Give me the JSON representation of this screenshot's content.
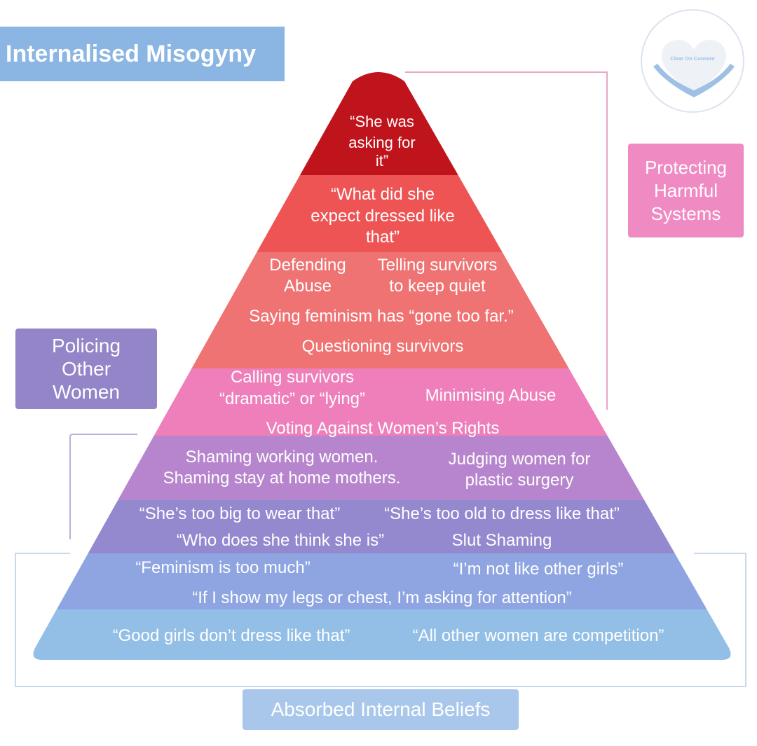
{
  "title": "Internalised Misogyny",
  "logo": {
    "text": "Clear On Consent",
    "icon": "heart-in-hands-icon",
    "color": "#9fc0e4"
  },
  "side_labels": {
    "protecting": {
      "lines": [
        "Protecting",
        "Harmful",
        "Systems"
      ],
      "color": "#f08ac3"
    },
    "policing": {
      "lines": [
        "Policing",
        "Other",
        "Women"
      ],
      "color": "#9484c8"
    },
    "absorbed": {
      "text": "Absorbed Internal Beliefs",
      "color": "#a9c7ea"
    }
  },
  "pyramid": {
    "tier1": {
      "lines": [
        "“She was",
        "asking for",
        "it”"
      ],
      "color": "#c0141c"
    },
    "tier2": {
      "lines": [
        "“What did she",
        "expect dressed like",
        "that”"
      ],
      "color": "#ee5454"
    },
    "tier3": {
      "defending": [
        "Defending",
        "Abuse"
      ],
      "telling": [
        "Telling survivors",
        "to keep quiet"
      ],
      "feminism_far": "Saying feminism has “gone too far.”",
      "questioning": "Questioning survivors",
      "color": "#ef7373"
    },
    "tier4": {
      "calling": [
        "Calling survivors",
        "“dramatic” or “lying”"
      ],
      "minimising": "Minimising Abuse",
      "voting": "Voting Against Women’s Rights",
      "color": "#ee7fba"
    },
    "tier5": {
      "shaming": [
        "Shaming working women.",
        "Shaming stay at home mothers."
      ],
      "judging": [
        "Judging women for",
        "plastic surgery"
      ],
      "color": "#b785cd"
    },
    "tier6": {
      "too_big": "“She’s too big to wear that”",
      "too_old": "“She’s too old to dress like that”",
      "who_does": "“Who does she think she is”",
      "slut": "Slut Shaming",
      "color": "#9488cf"
    },
    "tier7": {
      "too_much": "“Feminism is too much”",
      "not_like": "“I’m not like other girls”",
      "legs_chest": "“If I show my legs or chest, I’m asking for attention”",
      "color": "#8fa5e2"
    },
    "tier8": {
      "good_girls": "“Good girls don’t dress like that”",
      "competition": "“All other women are competition”",
      "color": "#93bfe6"
    }
  }
}
